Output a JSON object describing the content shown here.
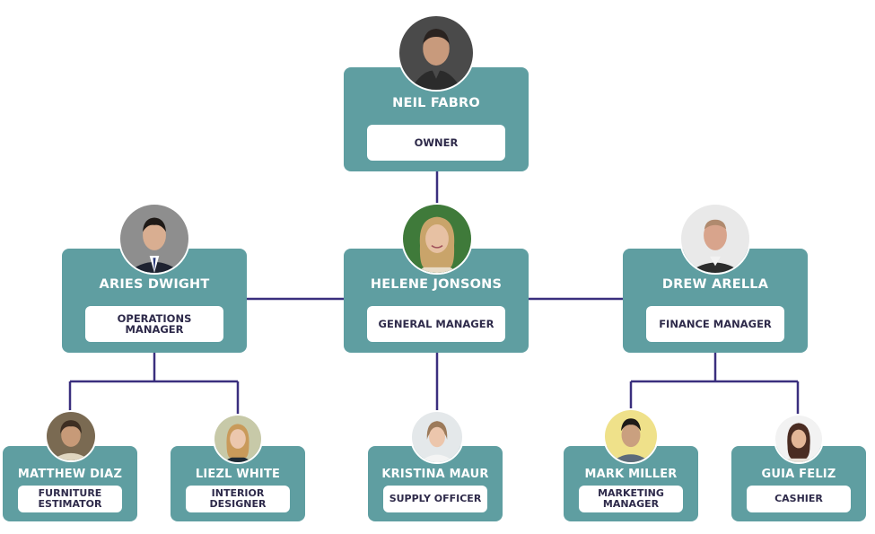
{
  "colors": {
    "card": "#5f9ea1",
    "connector": "#3a2f7e",
    "role_text": "#2e2a4a"
  },
  "people": {
    "owner": {
      "name": "NEIL FABRO",
      "role": "OWNER"
    },
    "ops_manager": {
      "name": "ARIES DWIGHT",
      "role": "OPERATIONS MANAGER"
    },
    "gen_manager": {
      "name": "HELENE JONSONS",
      "role": "GENERAL MANAGER"
    },
    "fin_manager": {
      "name": "DREW ARELLA",
      "role": "FINANCE MANAGER"
    },
    "matthew": {
      "name": "MATTHEW DIAZ",
      "role": "FURNITURE\nESTIMATOR"
    },
    "liezl": {
      "name": "LIEZL WHITE",
      "role": "INTERIOR\nDESIGNER"
    },
    "kristina": {
      "name": "KRISTINA MAUR",
      "role": "SUPPLY OFFICER"
    },
    "mark": {
      "name": "MARK MILLER",
      "role": "MARKETING\nMANAGER"
    },
    "guia": {
      "name": "GUIA FELIZ",
      "role": "CASHIER"
    }
  }
}
